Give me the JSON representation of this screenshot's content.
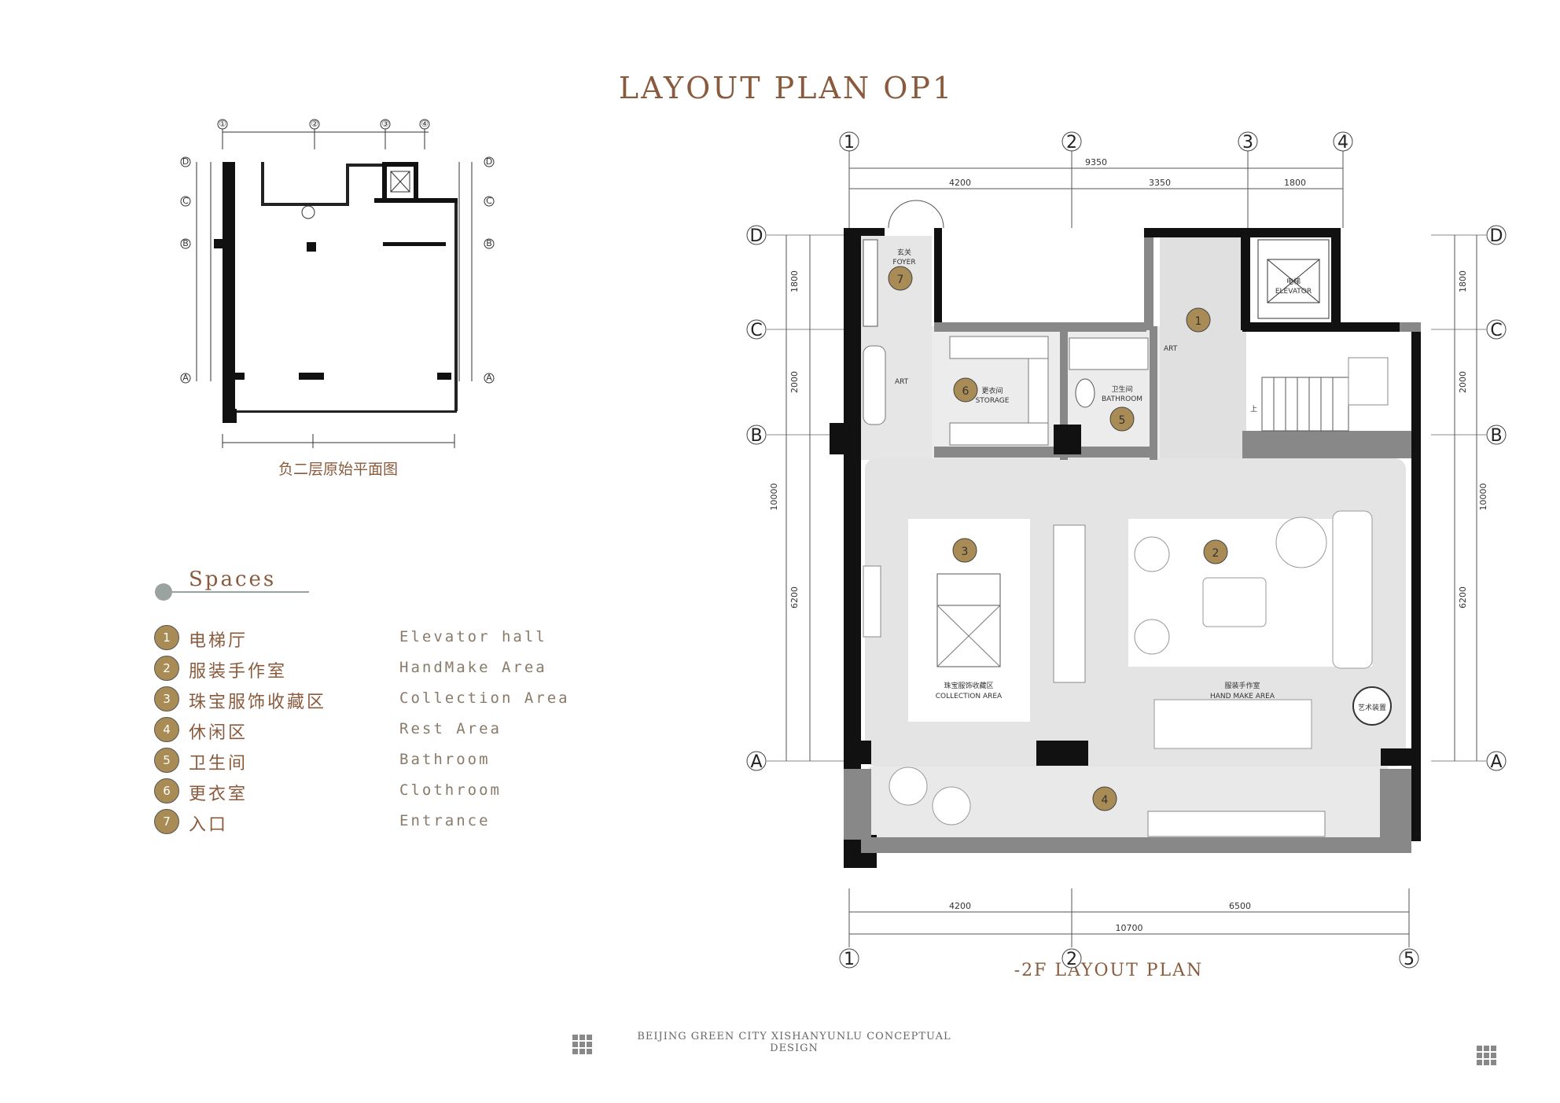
{
  "title": "LAYOUT PLAN OP1",
  "small_plan_caption": "负二层原始平面图",
  "main_plan_caption": "-2F LAYOUT PLAN",
  "footer": "BEIJING GREEN CITY XISHANYUNLU CONCEPTUAL DESIGN",
  "spaces": {
    "title": "Spaces",
    "items": [
      {
        "num": "1",
        "cn": "电梯厅",
        "en": "Elevator hall"
      },
      {
        "num": "2",
        "cn": "服装手作室",
        "en": "HandMake Area"
      },
      {
        "num": "3",
        "cn": "珠宝服饰收藏区",
        "en": "Collection Area"
      },
      {
        "num": "4",
        "cn": "休闲区",
        "en": "Rest Area"
      },
      {
        "num": "5",
        "cn": "卫生间",
        "en": "Bathroom"
      },
      {
        "num": "6",
        "cn": "更衣室",
        "en": "Clothroom"
      },
      {
        "num": "7",
        "cn": "入口",
        "en": "Entrance"
      }
    ]
  },
  "grid_labels": {
    "top": [
      "1",
      "2",
      "3",
      "4"
    ],
    "bottom": [
      "1",
      "2",
      "5"
    ],
    "left": [
      "D",
      "C",
      "B",
      "A"
    ],
    "right": [
      "D",
      "C",
      "B",
      "A"
    ],
    "small_top": [
      "①",
      "②",
      "③",
      "④"
    ],
    "small_side": [
      "D",
      "C",
      "B",
      "A"
    ]
  },
  "dimensions": {
    "top_total": "9350",
    "top_segments": [
      "4200",
      "3350",
      "1800"
    ],
    "bottom_segments": [
      "4200",
      "6500"
    ],
    "bottom_total": "10700",
    "left_segments": [
      "1800",
      "2000",
      "6200"
    ],
    "left_total": "10000",
    "right_segments": [
      "1800",
      "2000",
      "6200"
    ],
    "right_total": "10000"
  },
  "room_labels": {
    "foyer_cn": "玄关",
    "foyer_en": "FOYER",
    "elevator_cn": "电梯",
    "elevator_en": "ELEVATOR",
    "storage_cn": "更衣间",
    "storage_en": "STORAGE",
    "bathroom_cn": "卫生间",
    "bathroom_en": "BATHROOM",
    "collection_cn": "珠宝服饰收藏区",
    "collection_en": "COLLECTION AREA",
    "handmake_cn": "服装手作室",
    "handmake_en": "HAND MAKE AREA",
    "art1": "ART",
    "art2": "ART",
    "art_install": "艺术装置",
    "stair_up": "上"
  },
  "markers": [
    "1",
    "2",
    "3",
    "4",
    "5",
    "6",
    "7"
  ],
  "colors": {
    "accent": "#8a5a3c",
    "marker_fill": "#a98b55",
    "wall": "#111111",
    "floor_light": "#e6e6e6",
    "wall_grey": "#8c8c8c"
  }
}
